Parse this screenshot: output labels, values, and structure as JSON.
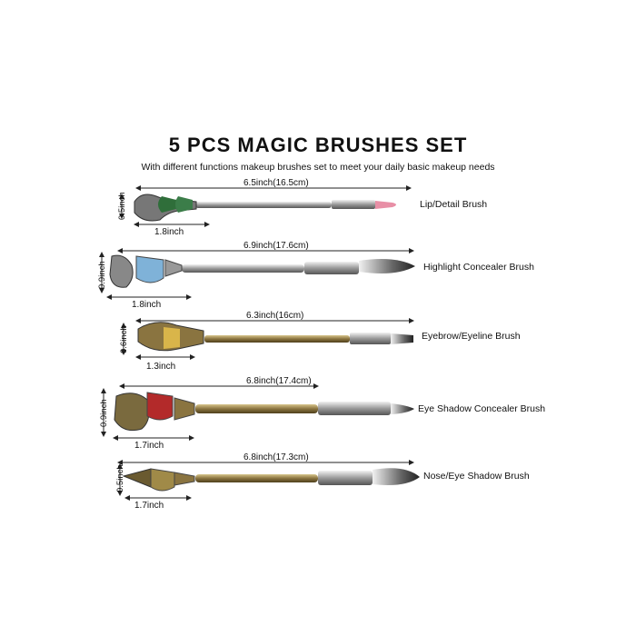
{
  "title": "5 PCS MAGIC BRUSHES SET",
  "subtitle": "With different functions makeup brushes set to meet your daily basic makeup needs",
  "brushes": [
    {
      "length": "6.5inch(16.5cm)",
      "height": "0.5inch",
      "handle": "1.8inch",
      "name": "Lip/Detail Brush"
    },
    {
      "length": "6.9inch(17.6cm)",
      "height": "0.9inch",
      "handle": "1.8inch",
      "name": "Highlight Concealer Brush"
    },
    {
      "length": "6.3inch(16cm)",
      "height": "0.6inch",
      "handle": "1.3inch",
      "name": "Eyebrow/Eyeline Brush"
    },
    {
      "length": "6.8inch(17.4cm)",
      "height": "0.9inch",
      "handle": "1.7inch",
      "name": "Eye Shadow Concealer Brush"
    },
    {
      "length": "6.8inch(17.3cm)",
      "height": "0.5inch",
      "handle": "1.7inch",
      "name": "Nose/Eye Shadow Brush"
    }
  ]
}
